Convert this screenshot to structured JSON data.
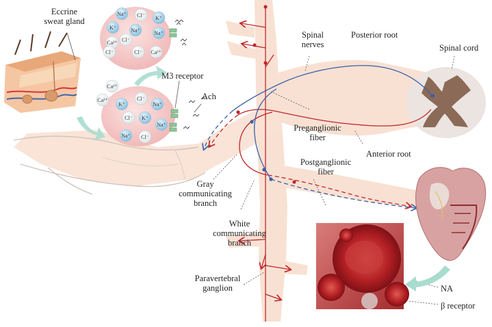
{
  "labels": {
    "eccrine_line1": "Eccrine",
    "eccrine_line2": "sweat gland",
    "m3_receptor": "M3 receptor",
    "ach": "Ach",
    "spinal_nerves_line1": "Spinal",
    "spinal_nerves_line2": "nerves",
    "posterior_root": "Posterior root",
    "spinal_cord": "Spinal cord",
    "preganglionic_line1": "Preganglionic",
    "preganglionic_line2": "fiber",
    "anterior_root": "Anterior root",
    "postganglionic_line1": "Postganglionic",
    "postganglionic_line2": "fiber",
    "gray_line1": "Gray",
    "gray_line2": "communicating",
    "gray_line3": "branch",
    "white_line1": "White",
    "white_line2": "communicating",
    "white_line3": "branch",
    "paravertebral_line1": "Paravertebral",
    "paravertebral_line2": "ganglion",
    "na": "NA",
    "beta_receptor": "β receptor"
  },
  "ions": {
    "top_cell": [
      "Na⁺",
      "Cl⁻",
      "K⁺",
      "K⁺",
      "Na⁺",
      "Ca²⁺",
      "Cl⁻",
      "Cl⁻",
      "Ca²⁺",
      "Na⁺",
      "Cl⁻"
    ],
    "bottom_cell": [
      "K⁺",
      "Cl⁻",
      "Na⁺",
      "Cl⁻",
      "K⁺",
      "Na⁺",
      "Na⁺",
      "Cl⁻",
      "Ca²⁺",
      "Ca²⁺"
    ]
  },
  "colors": {
    "nerve_red": "#c0262c",
    "nerve_blue": "#3a5fa8",
    "body_tissue": "#f7dfd0",
    "cell_pink": "#f6c9c9",
    "ion_blue": "#8fc6e3",
    "arrow_teal": "#a8dccf"
  }
}
